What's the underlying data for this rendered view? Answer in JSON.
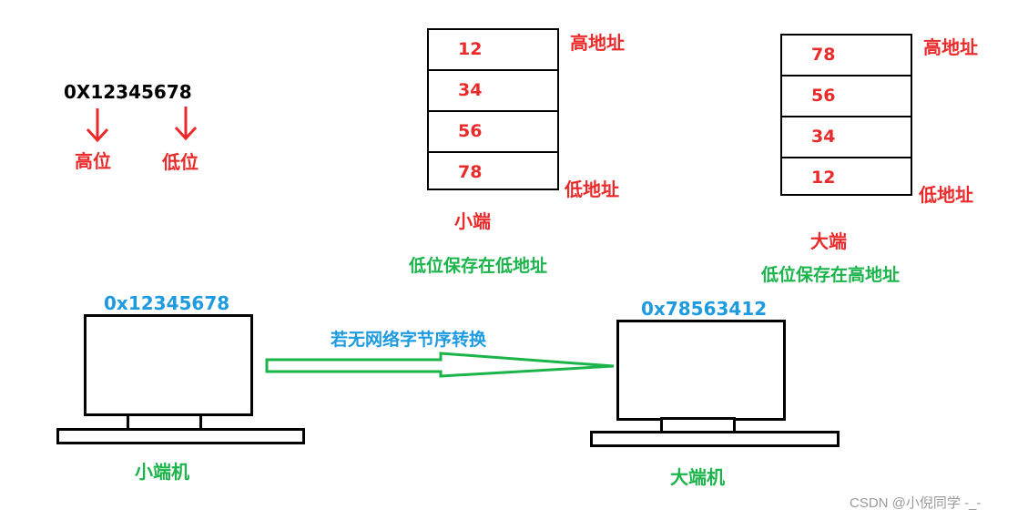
{
  "hex_value": "0X12345678",
  "high_label": "高位",
  "low_label": "低位",
  "little_endian": {
    "cells": [
      "12",
      "34",
      "56",
      "78"
    ],
    "high_addr": "高地址",
    "low_addr": "低地址",
    "title": "小端",
    "desc": "低位保存在低地址"
  },
  "big_endian": {
    "cells": [
      "78",
      "56",
      "34",
      "12"
    ],
    "high_addr": "高地址",
    "low_addr": "低地址",
    "title": "大端",
    "desc": "低位保存在高地址"
  },
  "left_machine": {
    "value": "0x12345678",
    "label": "小端机"
  },
  "right_machine": {
    "value": "0x78563412",
    "label": "大端机"
  },
  "arrow_label": "若无网络字节序转换",
  "watermark": "CSDN @小倪同学 -_-",
  "colors": {
    "red": "#ea2a2a",
    "green": "#1bb44b",
    "blue": "#1e9be0"
  },
  "icons": {
    "down_arrow": "arrow-down-icon",
    "transfer_arrow": "arrow-right-icon"
  }
}
